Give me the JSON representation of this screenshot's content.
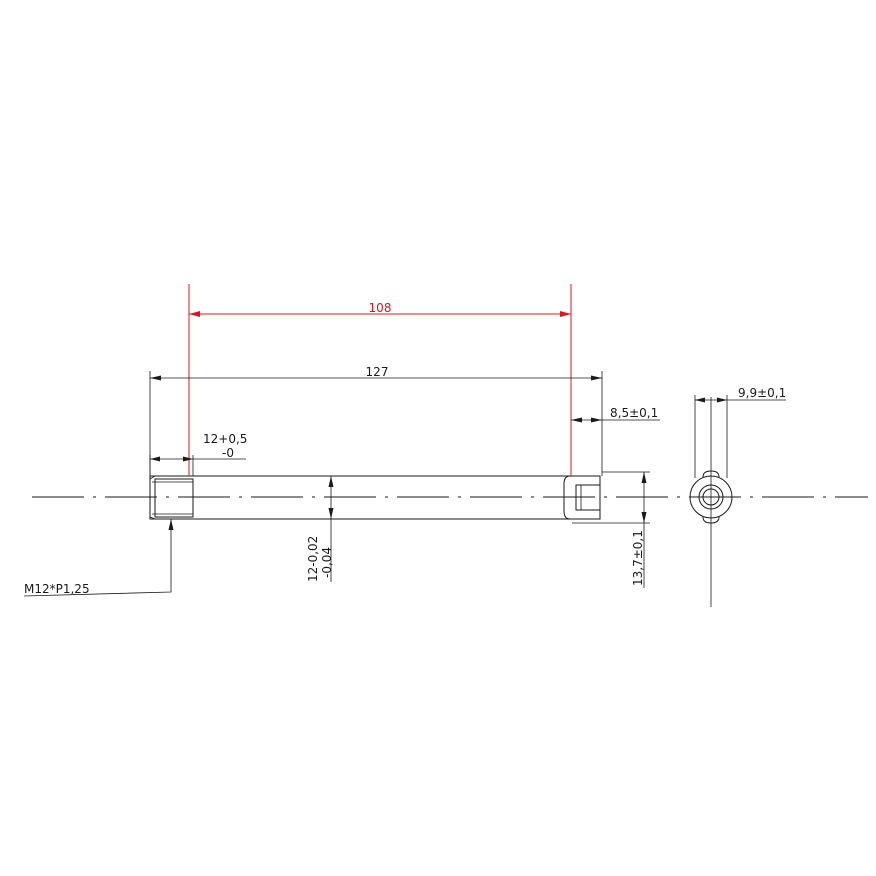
{
  "dimensions": {
    "overall_length": "127",
    "red_length": "108",
    "head_length": "8,5±0,1",
    "head_width": "9,9±0,1",
    "head_height": "13,7±0,1",
    "thread_length_main": "12+0,5",
    "thread_length_tol": "-0",
    "shaft_dia_main": "12-0,02",
    "shaft_dia_tol": "-0,04"
  },
  "callouts": {
    "thread_spec": "M12*P1,25"
  },
  "colors": {
    "line": "#1a1a1a",
    "highlight": "#e0141e"
  }
}
